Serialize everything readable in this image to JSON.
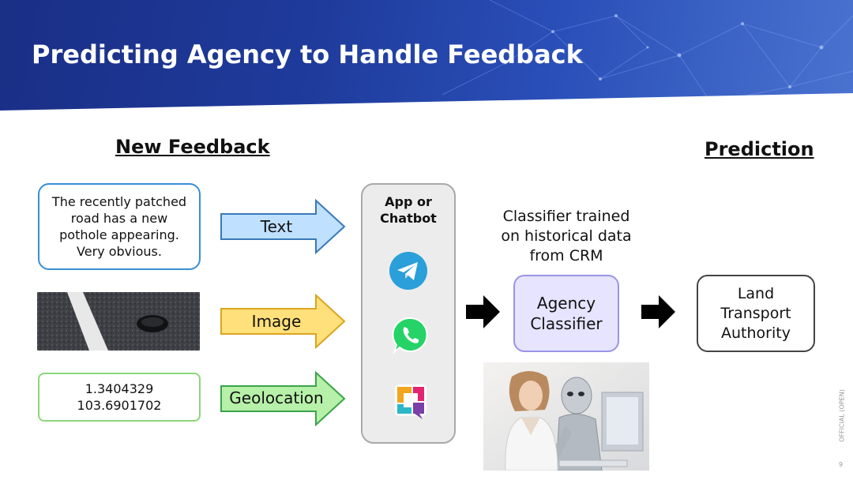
{
  "slide": {
    "title": "Predicting Agency to Handle Feedback",
    "left_heading": "New Feedback",
    "right_heading": "Prediction",
    "feedback_text": "The recently patched road has a new pothole appearing. Very obvious.",
    "coordinates": [
      "1.3404329",
      "103.6901702"
    ],
    "inputs": [
      {
        "label": "Text",
        "color": "#bfe0ff",
        "stroke": "#3a79b8"
      },
      {
        "label": "Image",
        "color": "#ffe07a",
        "stroke": "#d9a520"
      },
      {
        "label": "Geolocation",
        "color": "#b7f0a8",
        "stroke": "#3aa44a"
      }
    ],
    "channel_title": [
      "App or",
      "Chatbot"
    ],
    "channel_icons": [
      "telegram-icon",
      "whatsapp-icon",
      "chat-app-icon"
    ],
    "classifier_note": [
      "Classifier trained",
      "on historical data",
      "from CRM"
    ],
    "classifier_label": [
      "Agency",
      "Classifier"
    ],
    "prediction_label": [
      "Land",
      "Transport",
      "Authority"
    ],
    "footer_side": "OFFICIAL (OPEN)",
    "page_number": "9"
  },
  "colors": {
    "banner": "#1e3a9a",
    "classifier_fill": "#e6e4ff",
    "classifier_stroke": "#9b93e6",
    "channel_fill": "#ececec"
  }
}
